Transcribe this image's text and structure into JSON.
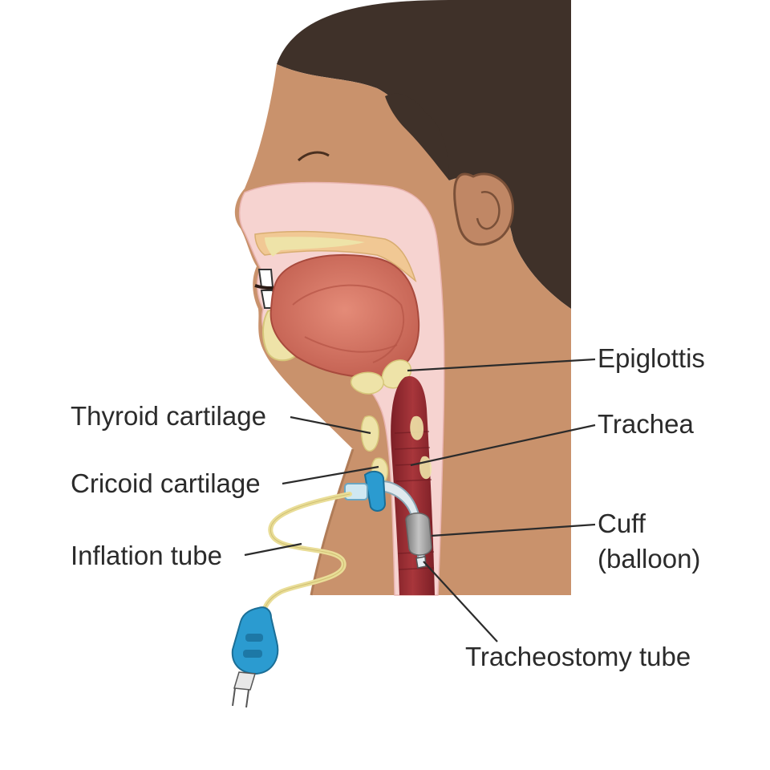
{
  "labels": {
    "epiglottis": "Epiglottis",
    "thyroid": "Thyroid cartilage",
    "trachea": "Trachea",
    "cricoid": "Cricoid cartilage",
    "cuff_line1": "Cuff",
    "cuff_line2": "(balloon)",
    "inflation": "Inflation tube",
    "trach_tube": "Tracheostomy tube"
  },
  "colors": {
    "hair": "#3f3129",
    "skin": "#c9926c",
    "skin_shadow": "#b07c58",
    "mouth_cavity": "#f6d3d0",
    "tongue": "#d0705e",
    "bone": "#eee3a8",
    "airway": "#962e33",
    "tube_blue": "#2b9bd0",
    "inflation_tube": "#e9dd97",
    "cuff": "#9a9a9a",
    "text": "#2b2b2b"
  }
}
